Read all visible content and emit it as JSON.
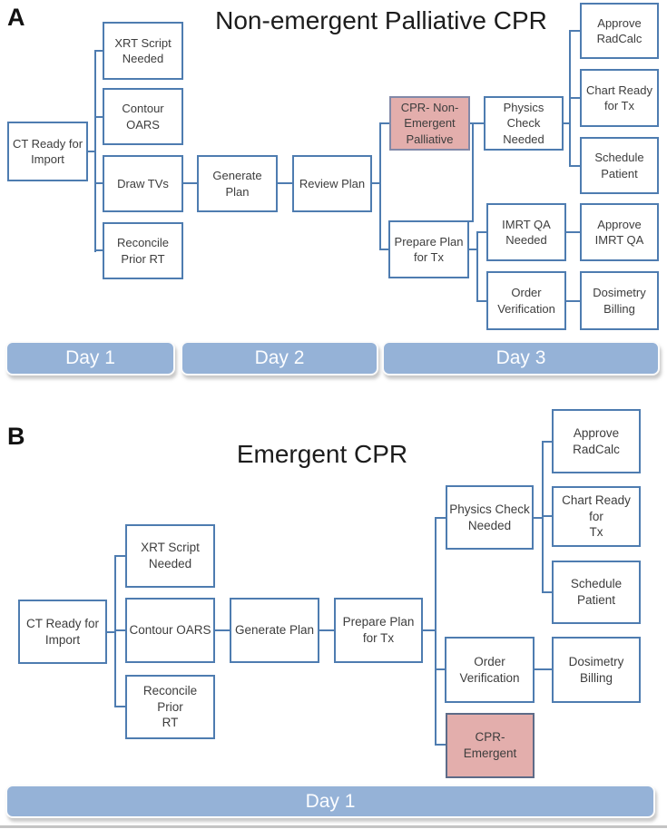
{
  "figure": {
    "type": "flowchart",
    "description": "Two clinical pathway flow diagrams for CPR radiotherapy planning"
  },
  "panel_a": {
    "label": "A",
    "title": "Non-emergent Palliative CPR",
    "nodes": {
      "ct_ready": "CT Ready for\nImport",
      "xrt_script": "XRT Script\nNeeded",
      "contour_oars": "Contour OARS",
      "draw_tvs": "Draw TVs",
      "reconcile_prior_rt": "Reconcile\nPrior RT",
      "generate_plan": "Generate Plan",
      "review_plan": "Review Plan",
      "cpr_non_emergent_palliative": "CPR- Non-\nEmergent\nPalliative",
      "physics_check": "Physics Check\nNeeded",
      "approve_radcalc": "Approve\nRadCalc",
      "chart_ready": "Chart Ready\nfor Tx",
      "schedule_patient": "Schedule\nPatient",
      "prepare_plan": "Prepare Plan\nfor Tx",
      "imrt_qa": "IMRT QA\nNeeded",
      "approve_imrt_qa": "Approve\nIMRT QA",
      "order_verification": "Order\nVerification",
      "dosimetry_billing": "Dosimetry\nBilling"
    },
    "day_bars": [
      "Day 1",
      "Day 2",
      "Day 3"
    ]
  },
  "panel_b": {
    "label": "B",
    "title": "Emergent CPR",
    "nodes": {
      "xrt_script": "XRT Script\nNeeded",
      "ct_ready": "CT Ready for\nImport",
      "contour_oars": "Contour OARS",
      "generate_plan": "Generate Plan",
      "reconcile_prior_rt": "Reconcile Prior\nRT",
      "prepare_plan": "Prepare Plan\nfor Tx",
      "physics_check": "Physics Check\nNeeded",
      "approve_radcalc": "Approve\nRadCalc",
      "chart_ready": "Chart Ready for\nTx",
      "schedule_patient": "Schedule\nPatient",
      "order_verification": "Order\nVerification",
      "dosimetry_billing": "Dosimetry\nBilling",
      "cpr_emergent": "CPR-Emergent"
    },
    "day_bars": [
      "Day 1"
    ]
  },
  "colors": {
    "box_border": "#4e7cb0",
    "connector": "#4e7cb0",
    "highlight_fill": "#e3aeac",
    "highlight_border_a": "#8289a8",
    "highlight_border_b": "#5d6b88",
    "day_bar_fill": "#95b2d7"
  }
}
